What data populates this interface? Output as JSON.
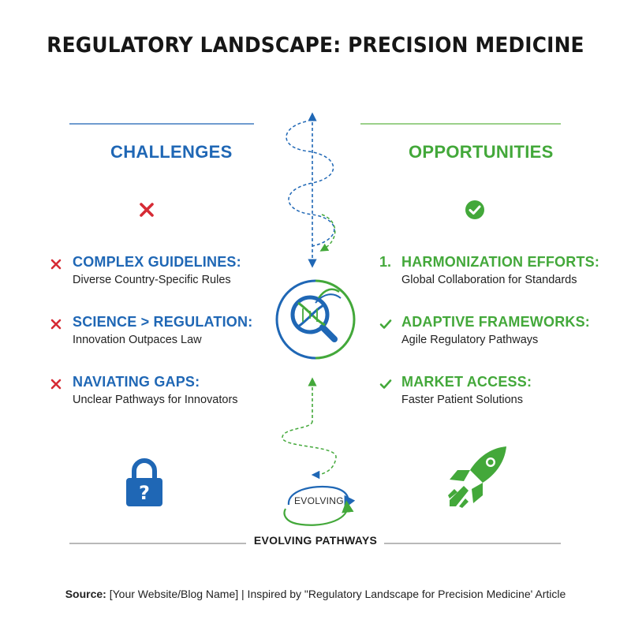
{
  "title": "REGULATORY LANDSCAPE: PRECISION MEDICINE",
  "challenges": {
    "heading": "CHALLENGES",
    "items": [
      {
        "heading": "COMPLEX GUIDELINES:",
        "sub": "Diverse Country-Specific Rules"
      },
      {
        "heading": "SCIENCE > REGULATION:",
        "sub": "Innovation Outpaces Law"
      },
      {
        "heading": "NAVIATING GAPS:",
        "sub": "Unclear Pathways for Innovators"
      }
    ]
  },
  "opportunities": {
    "heading": "OPPORTUNITIES",
    "items": [
      {
        "marker": "1.",
        "heading": "HARMONIZATION EFFORTS:",
        "sub": "Global Collaboration for Standards"
      },
      {
        "heading": "ADAPTIVE FRAMEWORKS:",
        "sub": "Agile Regulatory Pathways"
      },
      {
        "heading": "MARKET ACCESS:",
        "sub": "Faster Patient Solutions"
      }
    ]
  },
  "center": {
    "evolving_label": "EVOLVING",
    "pathways_label": "EVOLVING PATHWAYS"
  },
  "source": {
    "label": "Source:",
    "text": "[Your Website/Blog Name] | Inspired by \"Regulatory Landscape for Precision Medicine' Article"
  },
  "icons": {
    "cross": "cross-icon",
    "check": "check-icon",
    "check_circle": "check-circle-icon",
    "dna_magnifier": "dna-magnifier-icon",
    "lock": "question-lock-icon",
    "rocket": "rocket-icon"
  },
  "colors": {
    "blue": "#1f67b5",
    "green": "#43a83a",
    "red": "#d62b35"
  }
}
